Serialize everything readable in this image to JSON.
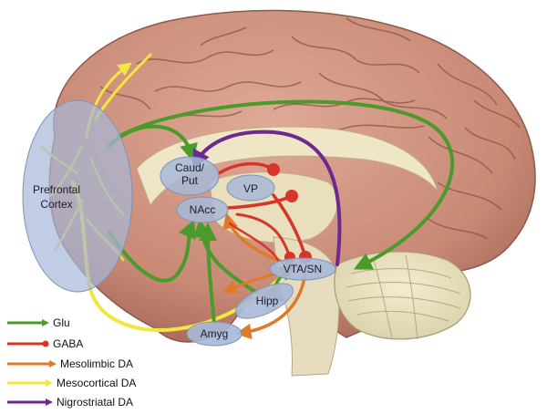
{
  "regions": {
    "prefrontal_line1": "Prefrontal",
    "prefrontal_line2": "Cortex",
    "caud_line1": "Caud/",
    "caud_line2": "Put",
    "vp": "VP",
    "nacc": "NAcc",
    "vta_sn": "VTA/SN",
    "hipp": "Hipp",
    "amyg": "Amyg"
  },
  "legend": [
    {
      "label": "Glu",
      "color": "#4a9a2c"
    },
    {
      "label": "GABA",
      "color": "#d8352a"
    },
    {
      "label": "Mesolimbic DA",
      "color": "#e07a2a"
    },
    {
      "label": "Mesocortical DA",
      "color": "#f2e640"
    },
    {
      "label": "Nigrostriatal DA",
      "color": "#6a2a8e"
    }
  ],
  "colors": {
    "glu": "#4a9a2c",
    "gaba": "#d8352a",
    "mesolimbic": "#e07a2a",
    "mesocortical": "#f2e640",
    "nigrostriatal": "#6a2a8e",
    "region_fill": "#a7b8d8",
    "brain": "#c98a76"
  }
}
